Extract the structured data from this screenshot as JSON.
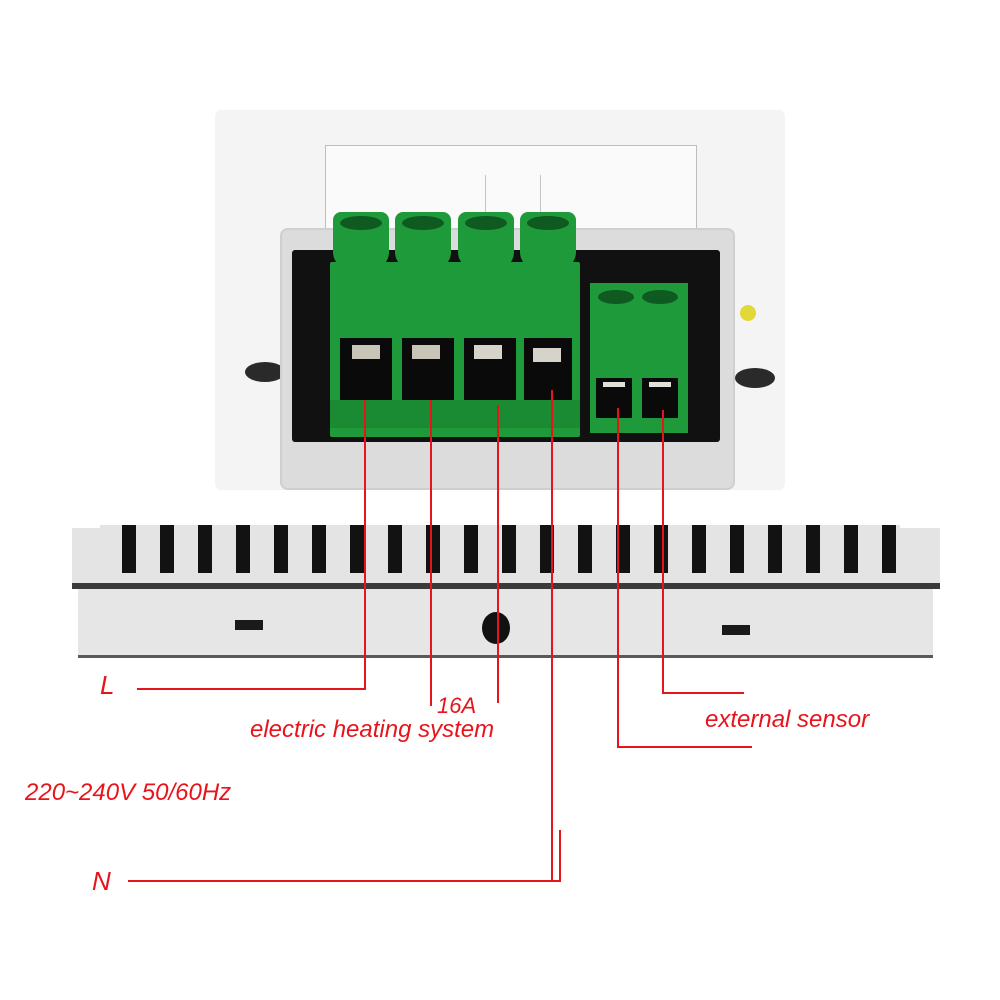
{
  "diagram": {
    "subject": "thermostat rear wiring terminals",
    "colors": {
      "annotation": "#e8141c",
      "terminal_green": "#1f9a3a",
      "terminal_green_dark": "#157a2b",
      "housing": "#e6e6e6",
      "housing_shadow": "#c9c9c9",
      "cavity": "#111111"
    },
    "terminal_blocks": [
      {
        "id": "main",
        "poles": 4,
        "pins": [
          "L",
          "heating-1",
          "heating-2",
          "N"
        ]
      },
      {
        "id": "sensor",
        "poles": 2,
        "pins": [
          "sensor-1",
          "sensor-2"
        ]
      }
    ]
  },
  "labels": {
    "L": "L",
    "amperage": "16A",
    "heating": "electric heating system",
    "sensor": "external sensor",
    "voltage": "220~240V 50/60Hz",
    "N": "N"
  }
}
